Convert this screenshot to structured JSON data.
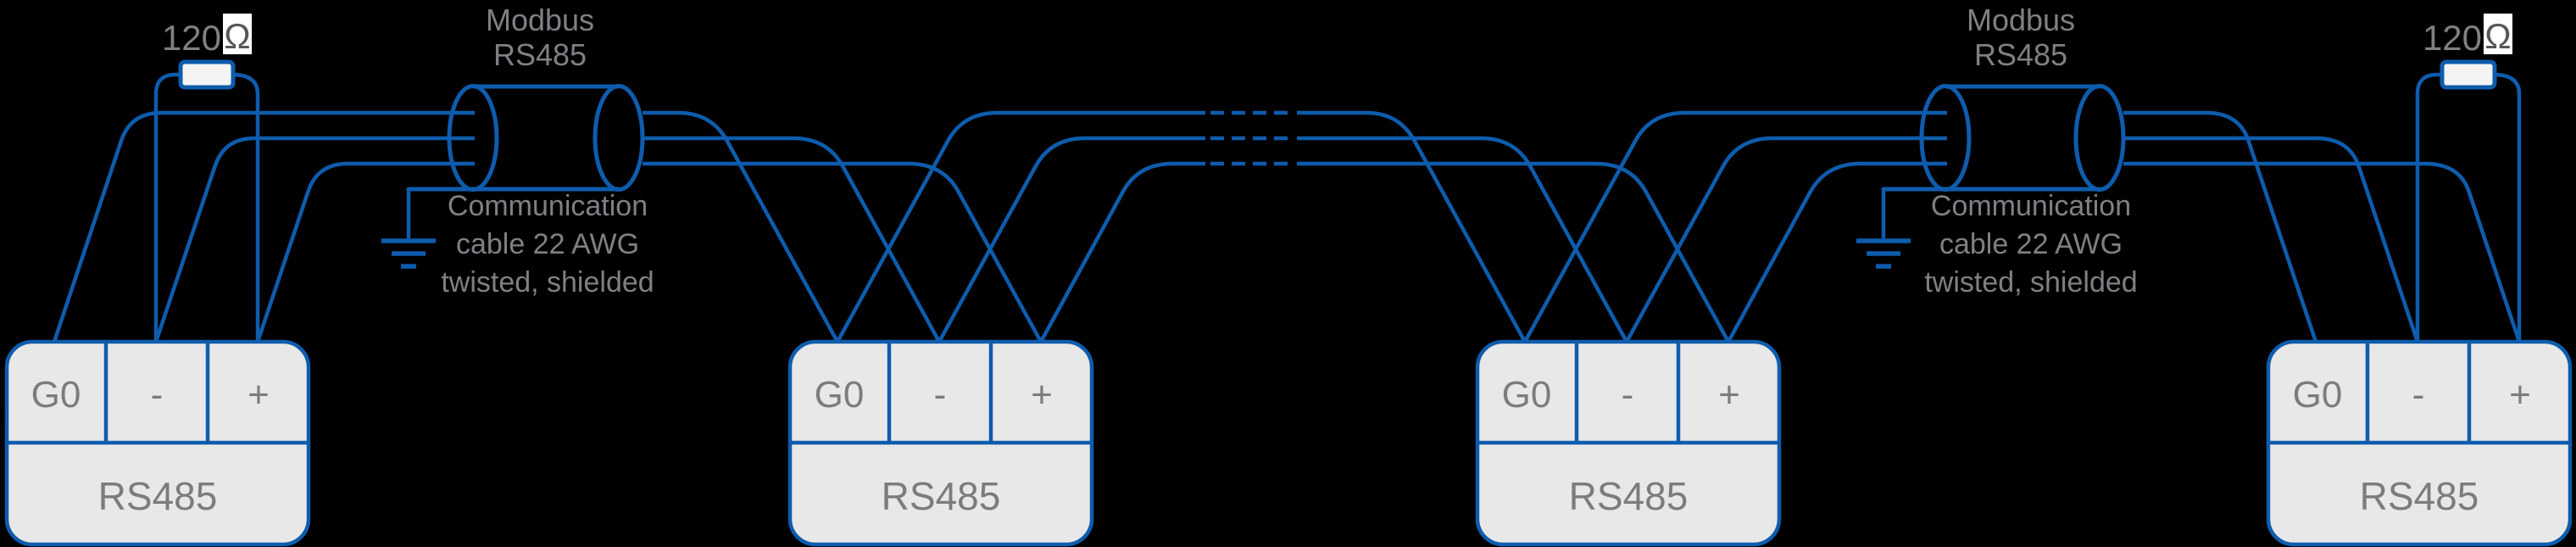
{
  "colors": {
    "background": "#000000",
    "wire_blue": "#0E5CAD",
    "device_fill": "#E8E8E8",
    "resistor_fill": "#F4F4F4",
    "label_gray": "#7E8084"
  },
  "termination_resistors": [
    {
      "value": "120",
      "unit": "Ω"
    },
    {
      "value": "120",
      "unit": "Ω"
    }
  ],
  "cables": [
    {
      "title_line1": "Modbus",
      "title_line2": "RS485",
      "note_line1": "Communication",
      "note_line2": "cable 22 AWG",
      "note_line3": "twisted, shielded"
    },
    {
      "title_line1": "Modbus",
      "title_line2": "RS485",
      "note_line1": "Communication",
      "note_line2": "cable 22 AWG",
      "note_line3": "twisted, shielded"
    }
  ],
  "devices": [
    {
      "terminals": [
        "G0",
        "-",
        "+"
      ],
      "port": "RS485"
    },
    {
      "terminals": [
        "G0",
        "-",
        "+"
      ],
      "port": "RS485"
    },
    {
      "terminals": [
        "G0",
        "-",
        "+"
      ],
      "port": "RS485"
    },
    {
      "terminals": [
        "G0",
        "-",
        "+"
      ],
      "port": "RS485"
    }
  ]
}
